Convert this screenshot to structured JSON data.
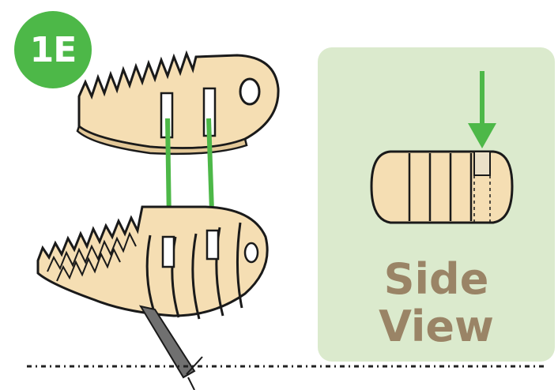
{
  "step": {
    "label": "1E"
  },
  "side_view": {
    "line1": "Side",
    "line2": "View"
  },
  "colors": {
    "badge": "#4db848",
    "arrow": "#4db848",
    "panel": "#dbeacd",
    "piece_fill": "#f5deb3",
    "outline": "#1a1a1a",
    "side_text": "#9a8466"
  },
  "icons": [
    "down-arrow-icon",
    "tweezers-icon"
  ]
}
